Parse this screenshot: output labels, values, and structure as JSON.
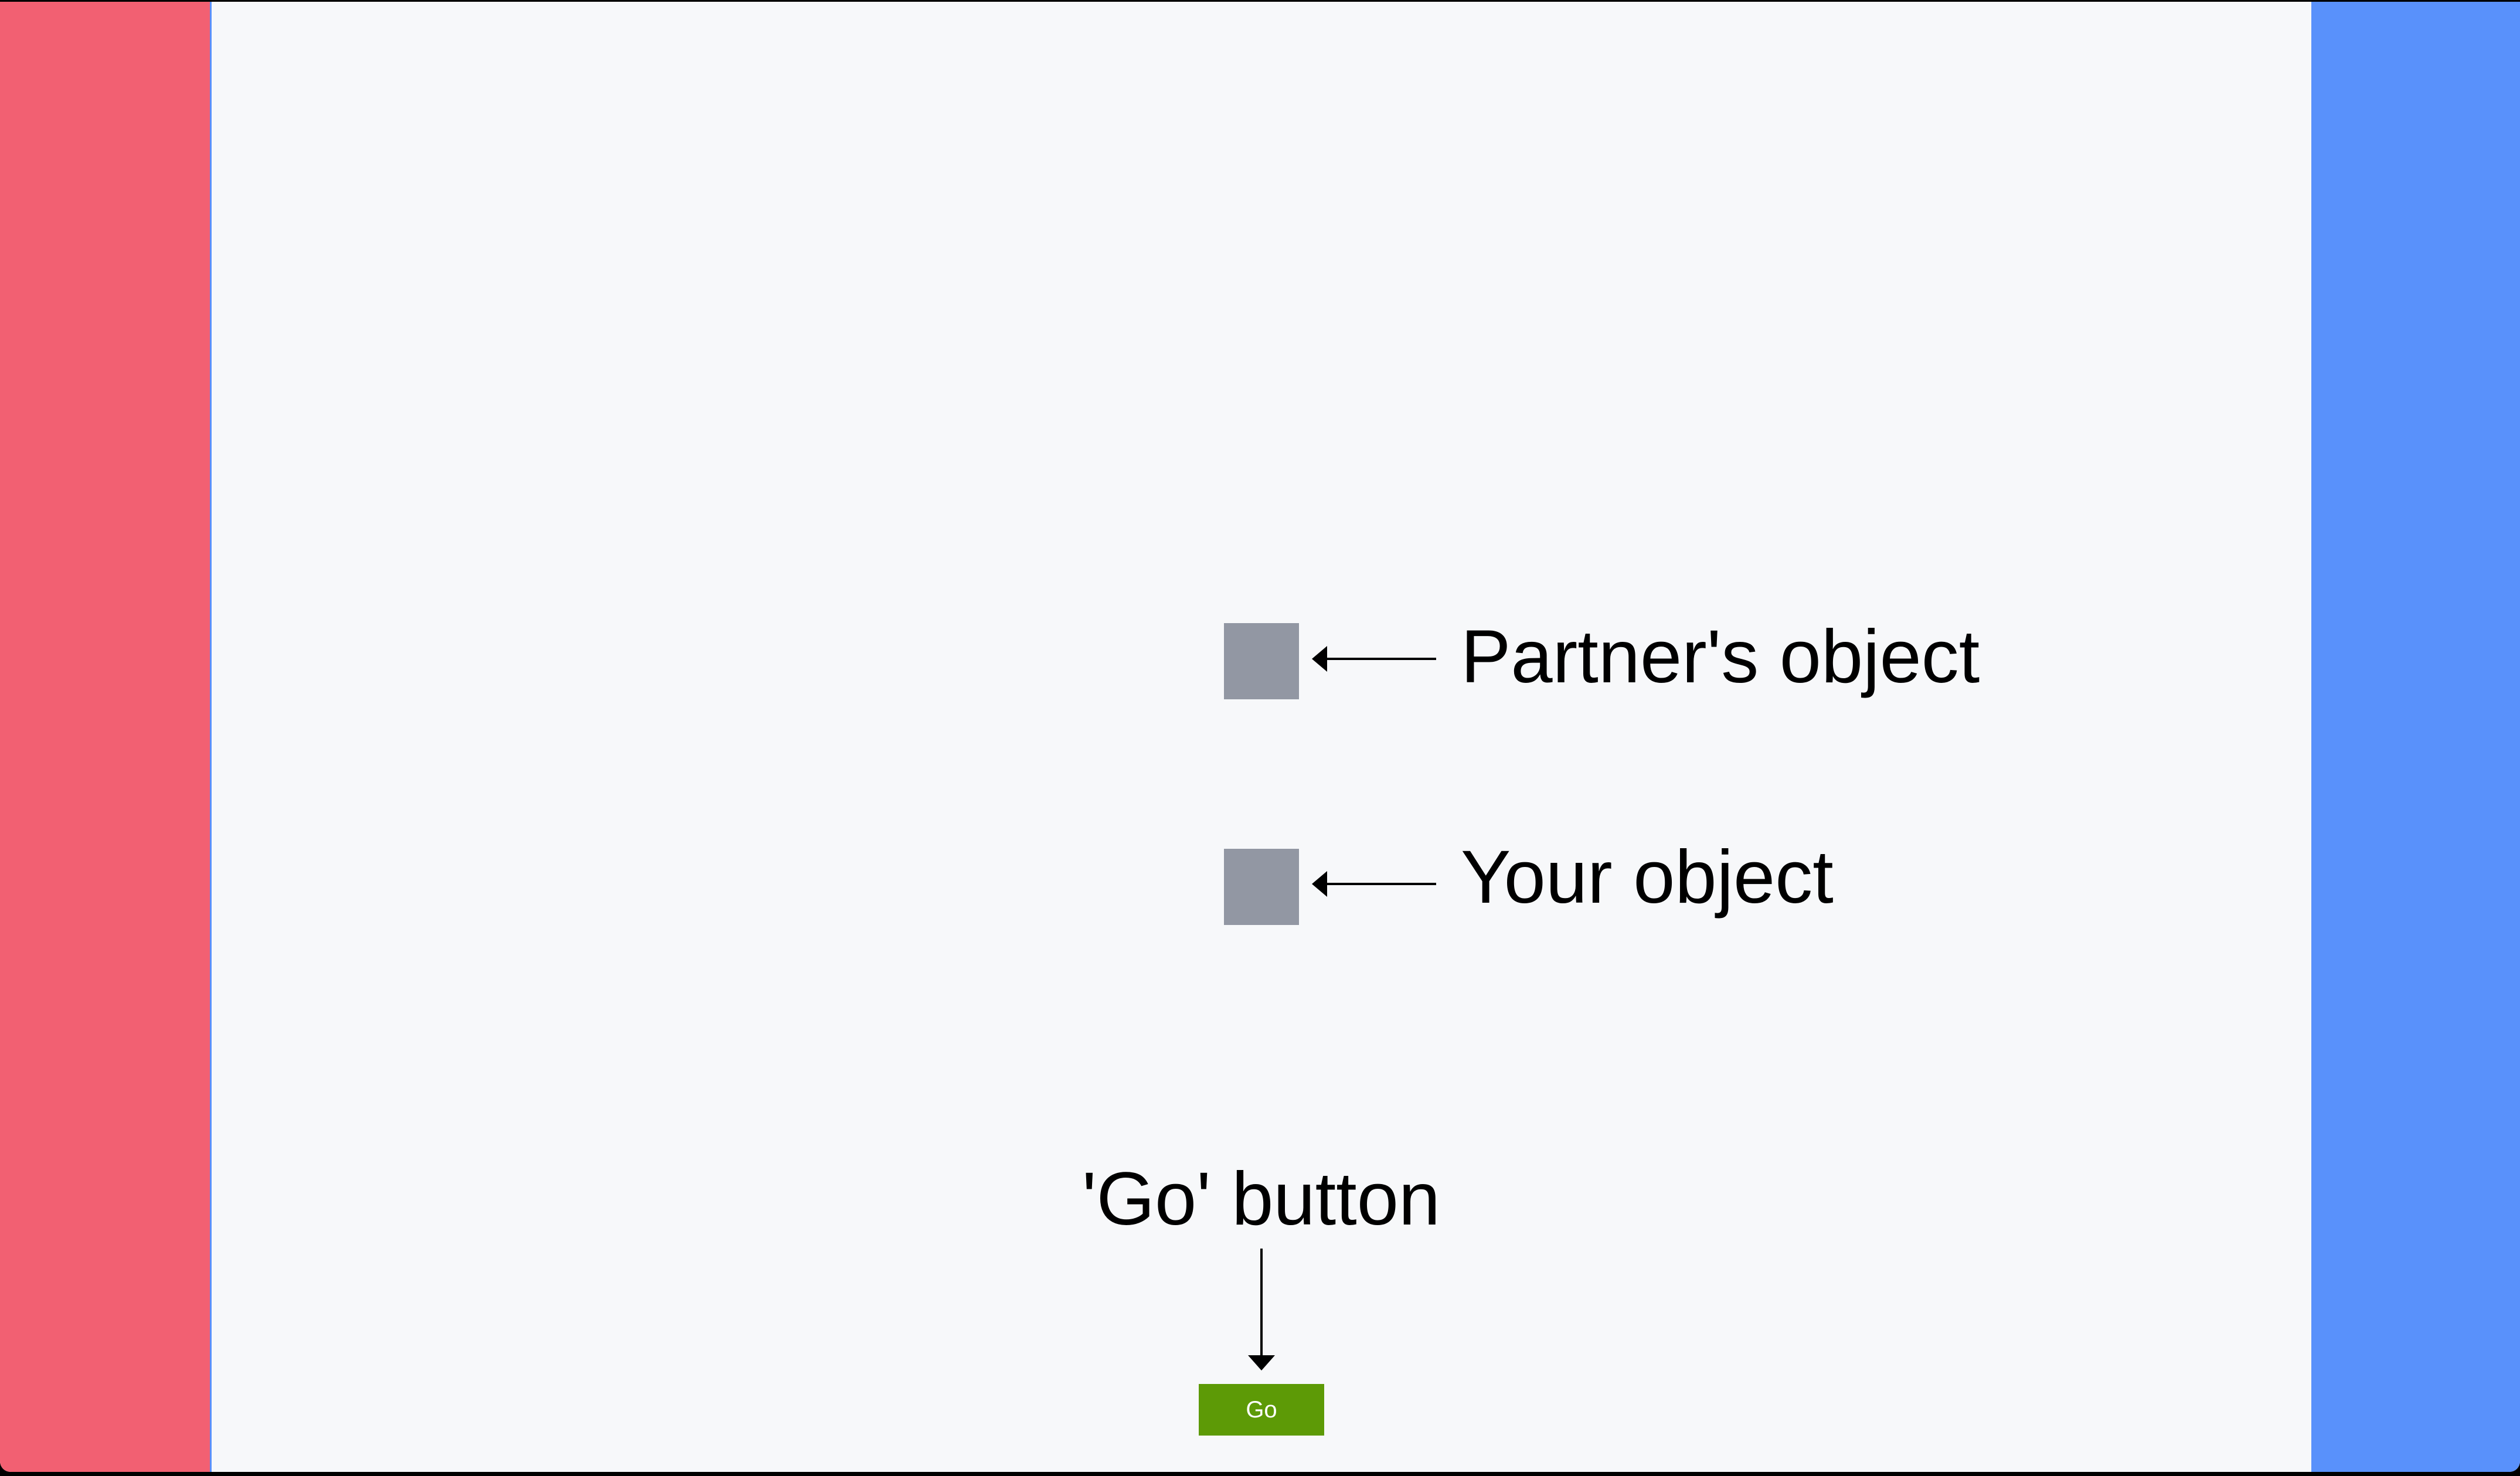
{
  "annotations": {
    "partner_object": "Partner's object",
    "your_object": "Your object",
    "go_button": "'Go' button"
  },
  "controls": {
    "go_label": "Go"
  },
  "colors": {
    "left_zone": "#f26072",
    "right_zone": "#5991fb",
    "divider": "#5991fb",
    "object_fill": "#9297a3",
    "go_button_bg": "#5d9a06",
    "go_button_text": "#ffffff",
    "background": "#f7f8fa",
    "frame": "#000000",
    "annotation_text": "#000000"
  }
}
